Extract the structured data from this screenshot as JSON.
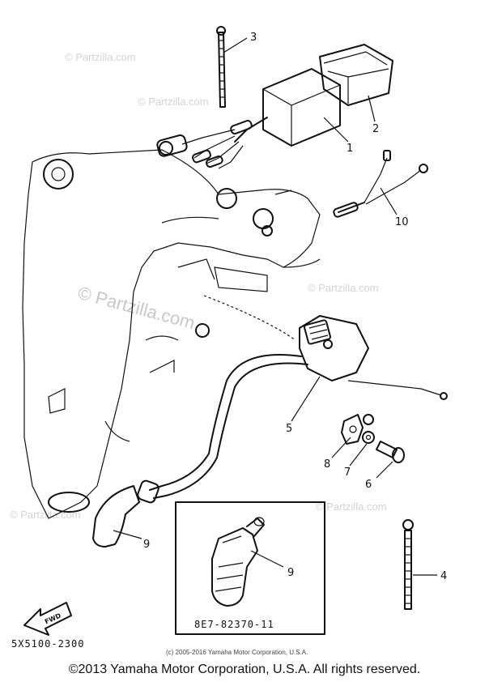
{
  "labels": {
    "p1": "1",
    "p2": "2",
    "p3": "3",
    "p4": "4",
    "p5": "5",
    "p6": "6",
    "p7": "7",
    "p8": "8",
    "p9a": "9",
    "p9b": "9",
    "p10": "10"
  },
  "inset_code": "8E7-82370-11",
  "drawing_code": "5X5100-2300",
  "fwd_label": "FWD",
  "watermarks": {
    "w1": "© Partzilla.com",
    "w2": "© Partzilla.com",
    "w3": "© Partzilla.com",
    "w4": "© Partzilla.com",
    "w5": "© Partzilla.com",
    "w6": "© Partzilla.com"
  },
  "small_copyright": "(c) 2005-2016 Yamaha Motor Corporation, U.S.A.",
  "footer": "©2013 Yamaha Motor Corporation, U.S.A. All rights reserved."
}
